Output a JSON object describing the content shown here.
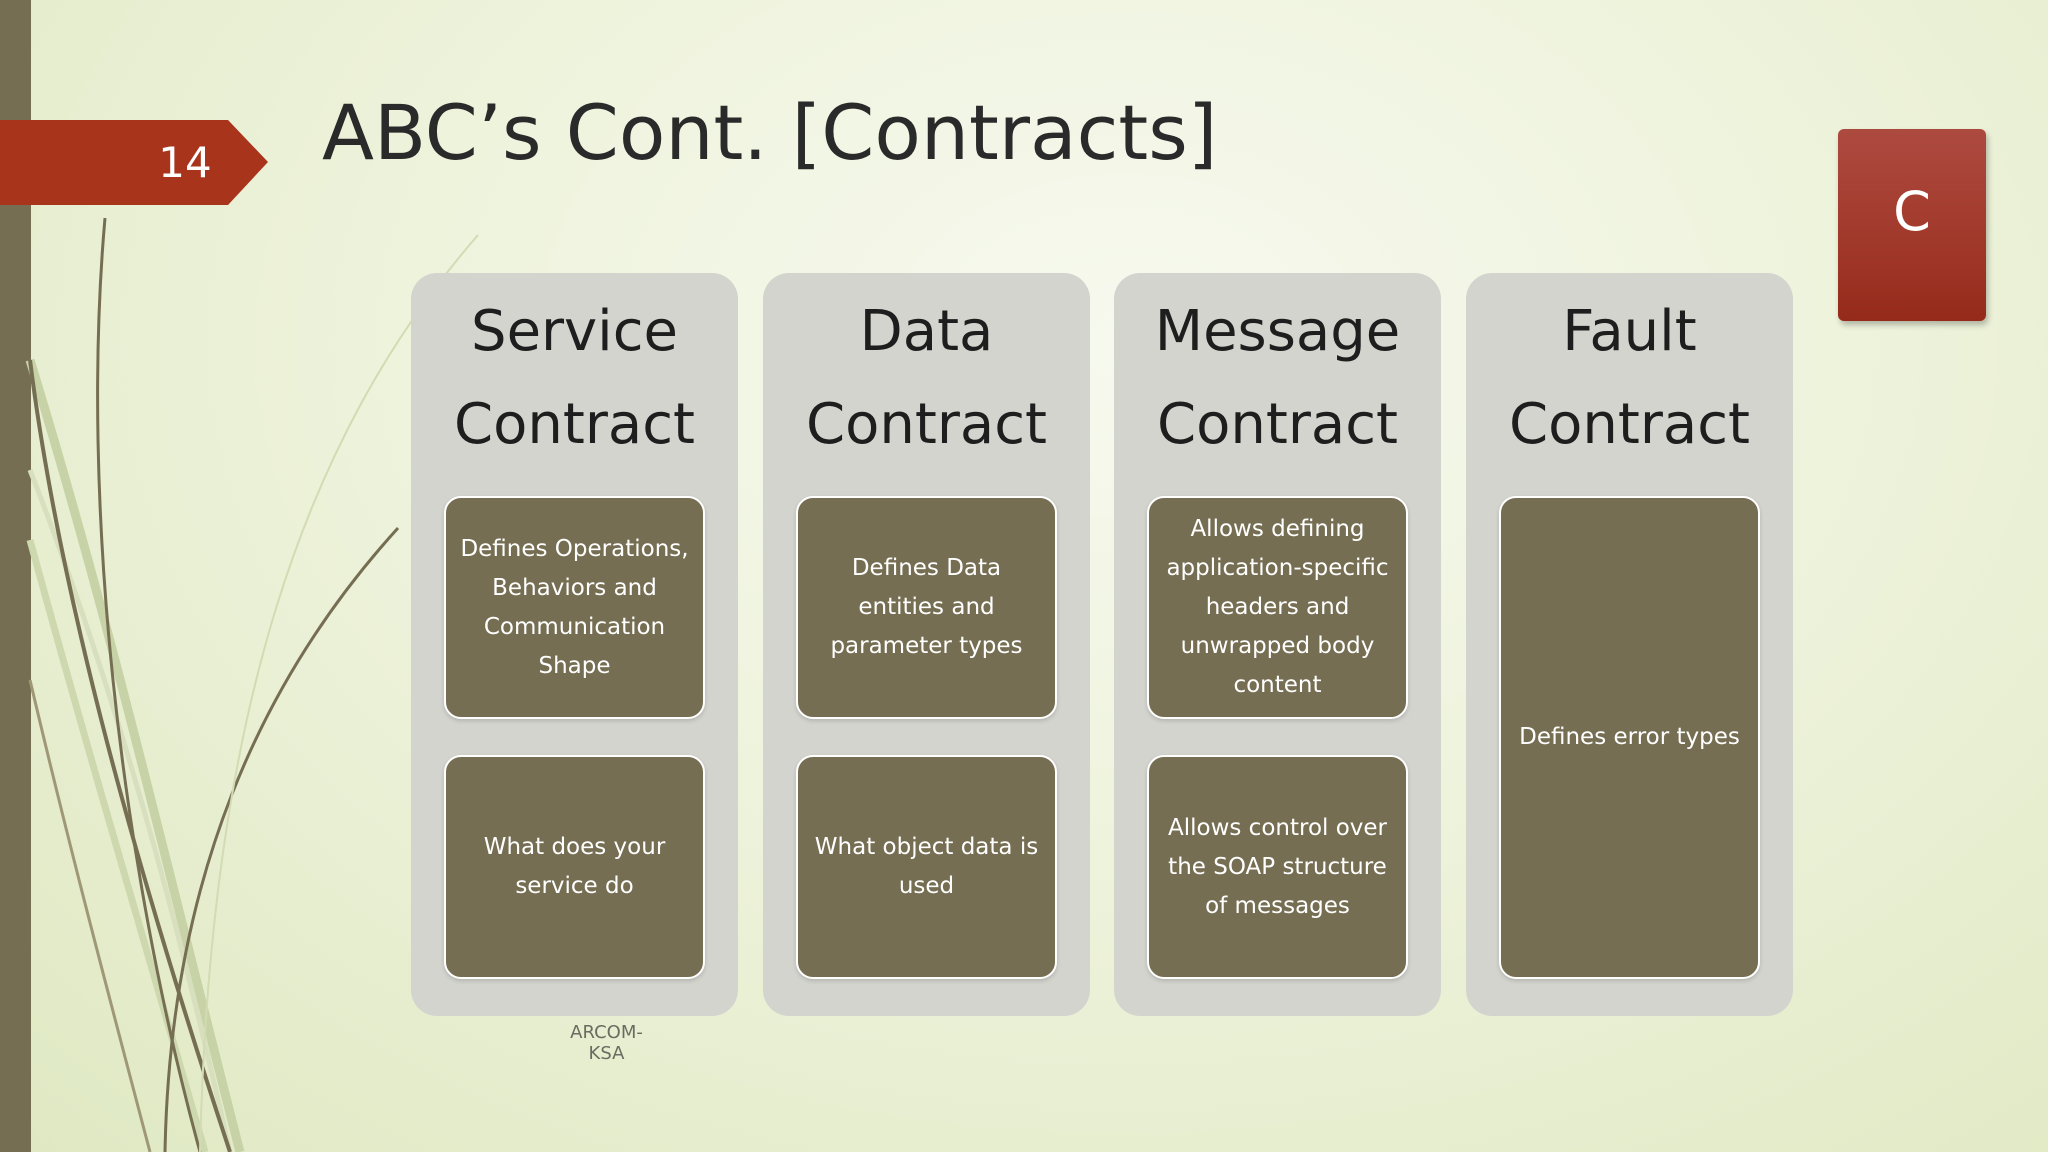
{
  "slide": {
    "number": "14",
    "title": "ABC’s Cont. [Contracts]",
    "badge": "C",
    "footer": "ARCOM-KSA"
  },
  "columns": [
    {
      "heading_line1": "Service",
      "heading_line2": "Contract",
      "boxes": [
        "Defines Operations, Behaviors and Communication Shape",
        "What does your service do"
      ]
    },
    {
      "heading_line1": "Data",
      "heading_line2": "Contract",
      "boxes": [
        "Defines Data entities and parameter types",
        "What object data is used"
      ]
    },
    {
      "heading_line1": "Message",
      "heading_line2": "Contract",
      "boxes": [
        "Allows defining application-specific headers and unwrapped body content",
        "Allows control over the SOAP structure of messages"
      ]
    },
    {
      "heading_line1": "Fault",
      "heading_line2": "Contract",
      "boxes": [
        "Defines error types"
      ]
    }
  ],
  "colors": {
    "accent_red": "#a8341c",
    "olive": "#766e52",
    "column_grey": "#d4d4cf",
    "background": "#eef3dc"
  }
}
